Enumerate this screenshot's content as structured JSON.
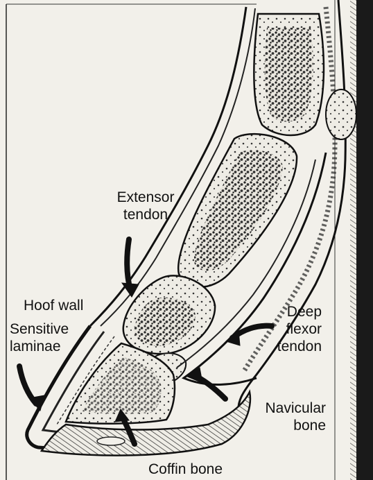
{
  "labels": {
    "extensor_tendon": [
      "Extensor",
      "tendon"
    ],
    "hoof_wall": "Hoof wall",
    "sensitive_laminae": [
      "Sensitive",
      "laminae"
    ],
    "deep_flexor_tendon": [
      "Deep",
      "flexor",
      "tendon"
    ],
    "navicular_bone": [
      "Navicular",
      "bone"
    ],
    "coffin_bone": "Coffin bone"
  },
  "colors": {
    "ink": "#141414",
    "paper": "#f2f0ea",
    "bone_shade": "#3a3a3a"
  }
}
